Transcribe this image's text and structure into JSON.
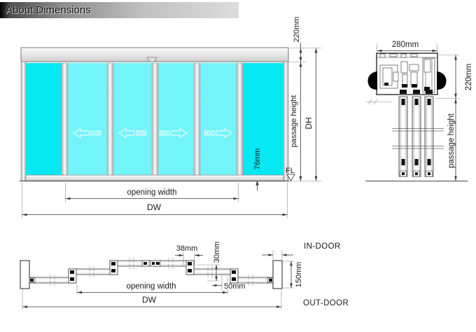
{
  "title": "About Dimensions",
  "colors": {
    "glass_fixed": "#06e8f2",
    "glass_sliding": "#73f4fa",
    "frame_gray": "#d2d2d2",
    "line_black": "#1a1a1a"
  },
  "front_view": {
    "header_height_label": "220mm",
    "passage_height_label": "passage height",
    "door_height_label": "DH",
    "floor_label": "FL",
    "bottom_rail_label": "76mm",
    "opening_width_label": "opening width",
    "door_width_label": "DW"
  },
  "side_view": {
    "header_width_label": "280mm",
    "header_height_label": "220mm",
    "passage_height_label": "passage height"
  },
  "plan_view": {
    "panel_thickness_label": "38mm",
    "track_offset_label": "30mm",
    "overlap_label": "50mm",
    "post_depth_label": "150mm",
    "opening_width_label": "opening width",
    "door_width_label": "DW",
    "indoor_label": "IN-DOOR",
    "outdoor_label": "OUT-DOOR"
  }
}
